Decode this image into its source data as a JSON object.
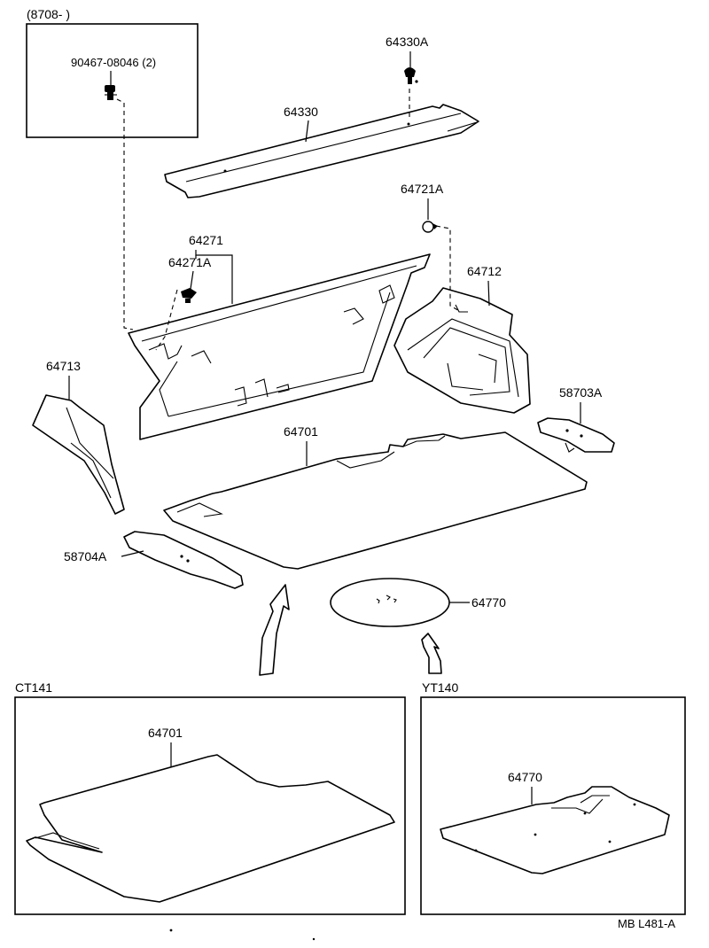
{
  "inset_top": {
    "range_label": "(8708-        )",
    "bolt_label": "90467-08046 (2)"
  },
  "parts": {
    "p64330A": "64330A",
    "p64330": "64330",
    "p64721A": "64721A",
    "p64271": "64271",
    "p64271A": "64271A",
    "p64712": "64712",
    "p64713": "64713",
    "p58703A": "58703A",
    "p64701": "64701",
    "p58704A": "58704A",
    "p64770": "64770"
  },
  "variant_ct141": {
    "label": "CT141",
    "part": "64701"
  },
  "variant_yt140": {
    "label": "YT140",
    "part": "64770"
  },
  "figure_code": "MB L481-A"
}
